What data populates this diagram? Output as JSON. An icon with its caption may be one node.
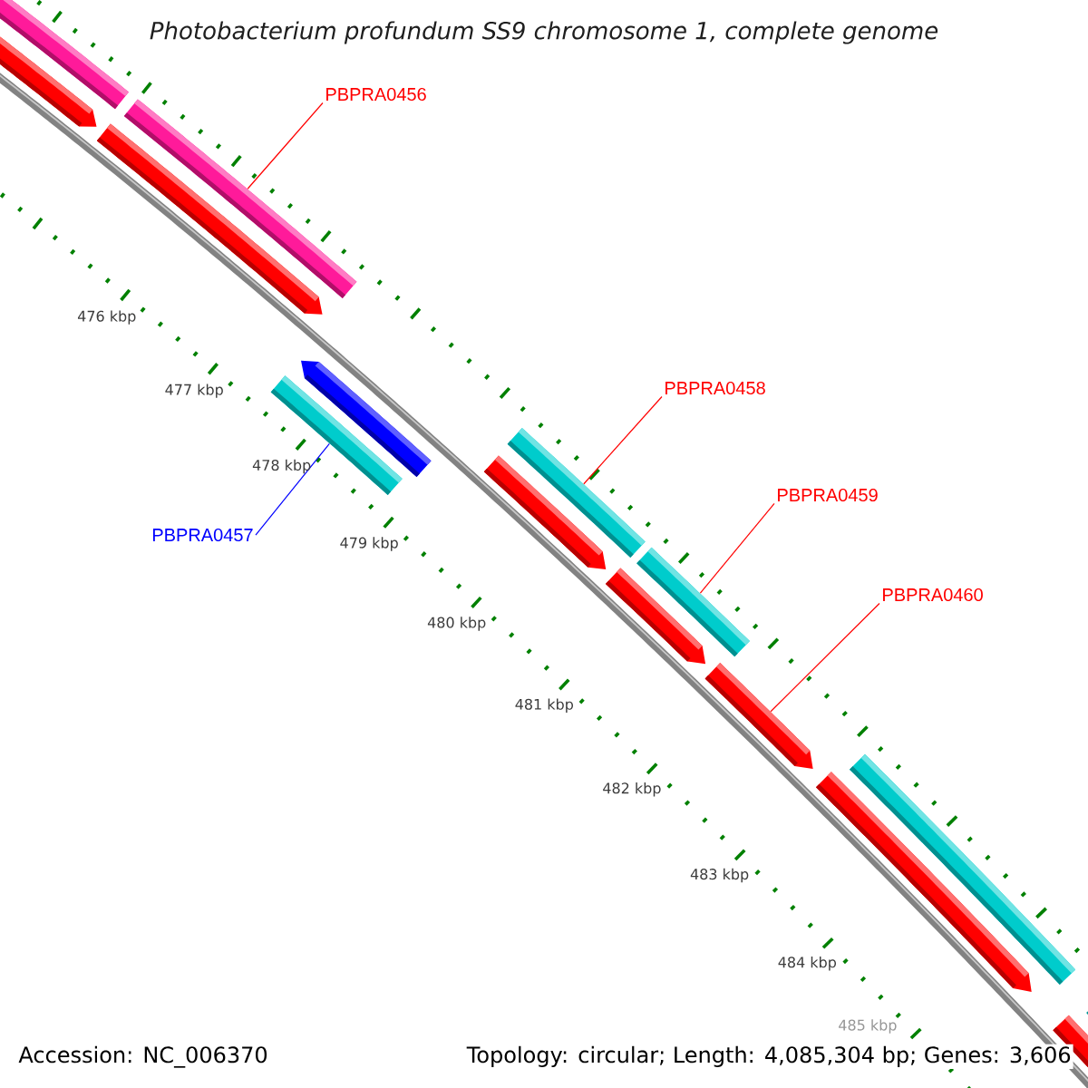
{
  "diagram": {
    "title": "Photobacterium profundum SS9 chromosome 1, complete genome",
    "nodes": [
      {
        "text": [
          "PBPRA0456"
        ]
      },
      {
        "text": [],
        "shape": "bar"
      },
      {
        "text": [
          "PBPRA0457"
        ]
      },
      {
        "text": [],
        "shape": "bar"
      },
      {
        "text": [
          "PBPRA0458"
        ]
      },
      {
        "text": [],
        "shape": "bar"
      },
      {
        "text": [
          "PBPRA0459"
        ]
      },
      {
        "text": [],
        "shape": "bar"
      },
      {
        "text": [
          "PBPRA0460"
        ]
      },
      {
        "text": [],
        "shape": "bar"
      }
    ],
    "edges": [
      {
        "from": 0,
        "to": 1,
        "arrow": "none"
      },
      {
        "from": 2,
        "to": 3,
        "arrow": "none",
        "color": "#0000ff"
      },
      {
        "from": 4,
        "to": 5,
        "arrow": "none"
      },
      {
        "from": 6,
        "to": 7,
        "arrow": "none"
      },
      {
        "from": 8,
        "to": 9,
        "arrow": "none"
      }
    ],
    "labels": [
      "476 kbp",
      "477 kbp",
      "478 kbp",
      "479 kbp",
      "480 kbp",
      "481 kbp",
      "482 kbp",
      "483 kbp",
      "484 kbp",
      "485 kbp",
      "Accession: NC_006370",
      "Topology: circular; Length: 4,085,304 bp; Genes: 3,606"
    ]
  }
}
